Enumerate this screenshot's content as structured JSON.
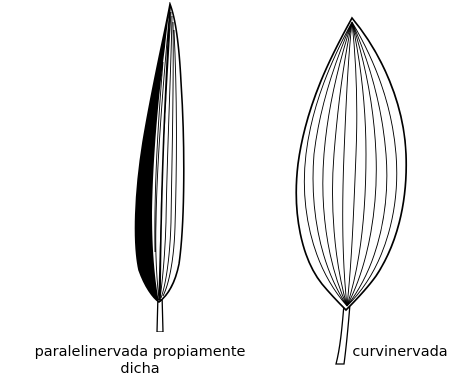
{
  "leaves": {
    "parallel": {
      "caption_line1": "paralelinervada propiamente",
      "caption_line2": "dicha"
    },
    "curved": {
      "caption": "curvinervada"
    }
  },
  "colors": {
    "ink": "#000000",
    "paper": "#ffffff"
  }
}
